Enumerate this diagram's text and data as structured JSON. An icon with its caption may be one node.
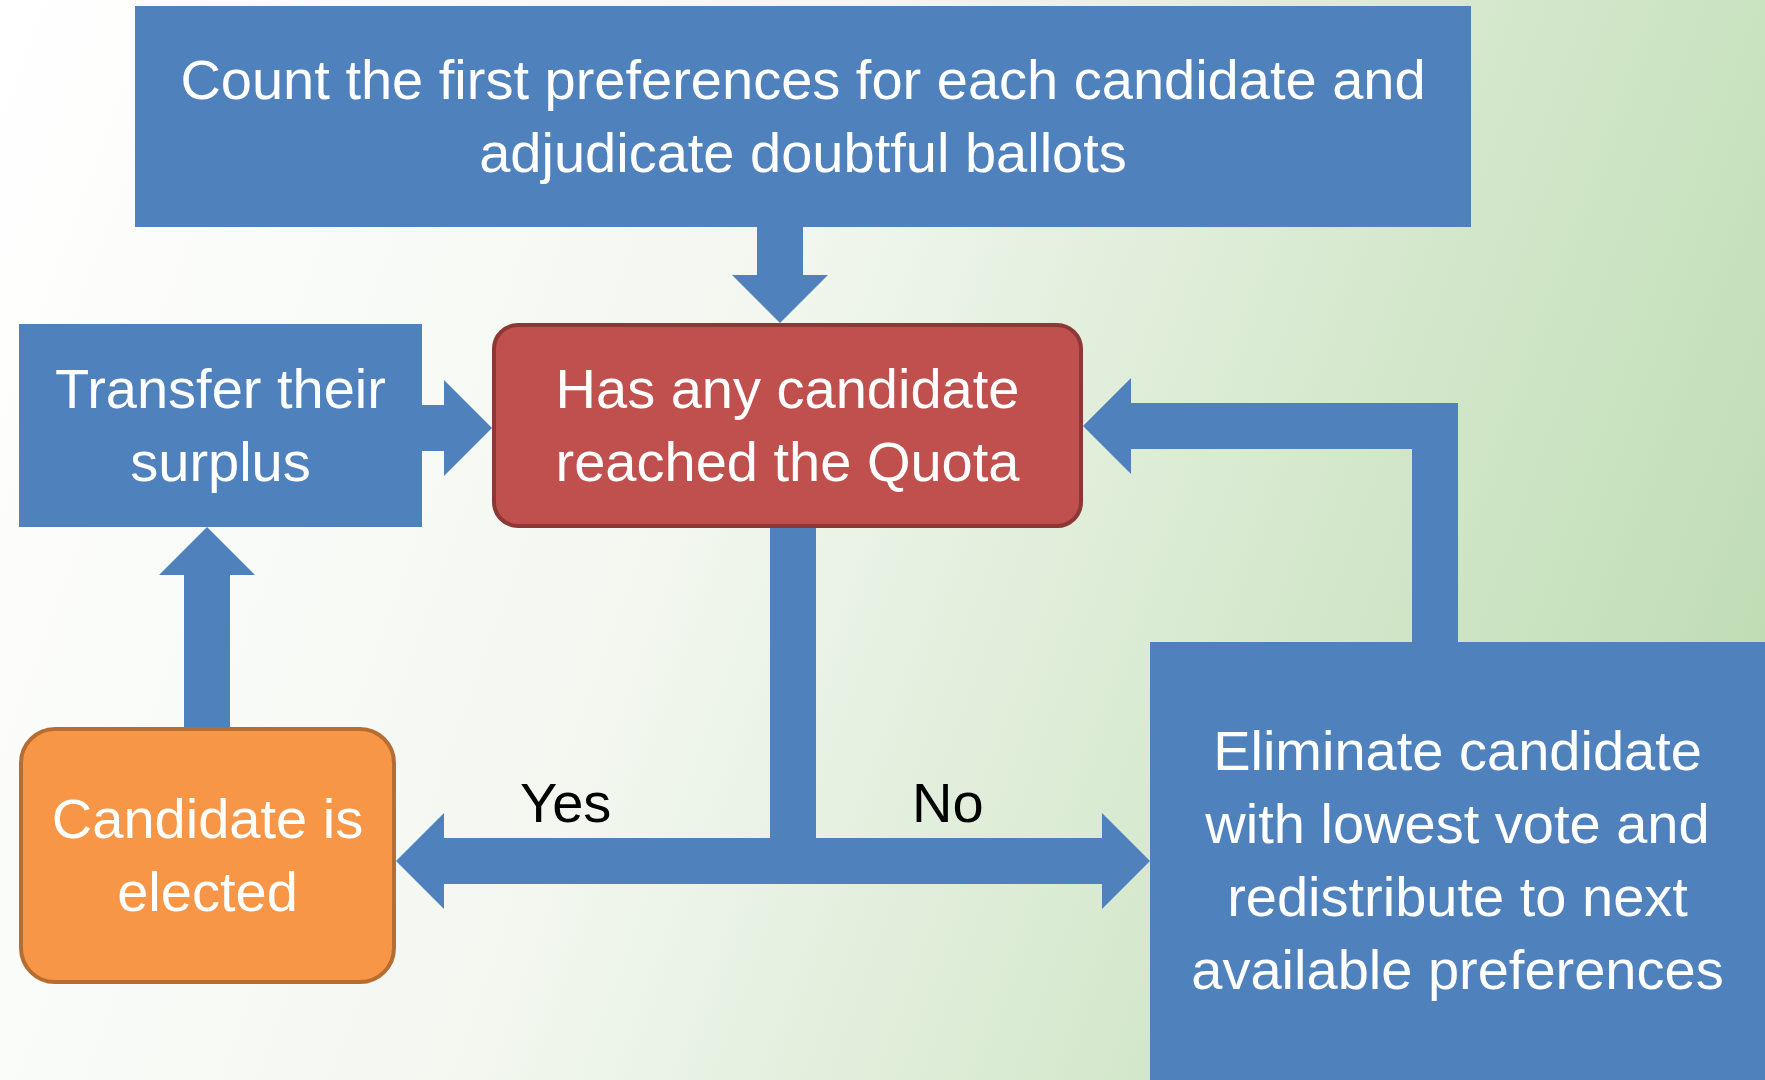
{
  "diagram": {
    "nodes": [
      {
        "text": [
          "Count the first preferences for each candidate and adjudicate doubtful ballots"
        ]
      },
      {
        "text": [
          "Has any candidate reached the Quota"
        ]
      },
      {
        "text": [
          "Transfer their surplus"
        ]
      },
      {
        "text": [
          "Candidate is elected"
        ]
      },
      {
        "text": [
          "Eliminate candidate with lowest vote and redistribute to next available preferences"
        ]
      }
    ],
    "edges": [
      {
        "from": 0,
        "to": 1,
        "arrow": "to"
      },
      {
        "from": 2,
        "to": 1,
        "arrow": "to"
      },
      {
        "from": 1,
        "to": 3,
        "arrow": "to",
        "label": "Yes"
      },
      {
        "from": 1,
        "to": 4,
        "arrow": "to",
        "label": "No"
      },
      {
        "from": 3,
        "to": 2,
        "arrow": "to"
      },
      {
        "from": 4,
        "to": 1,
        "arrow": "to"
      }
    ]
  }
}
